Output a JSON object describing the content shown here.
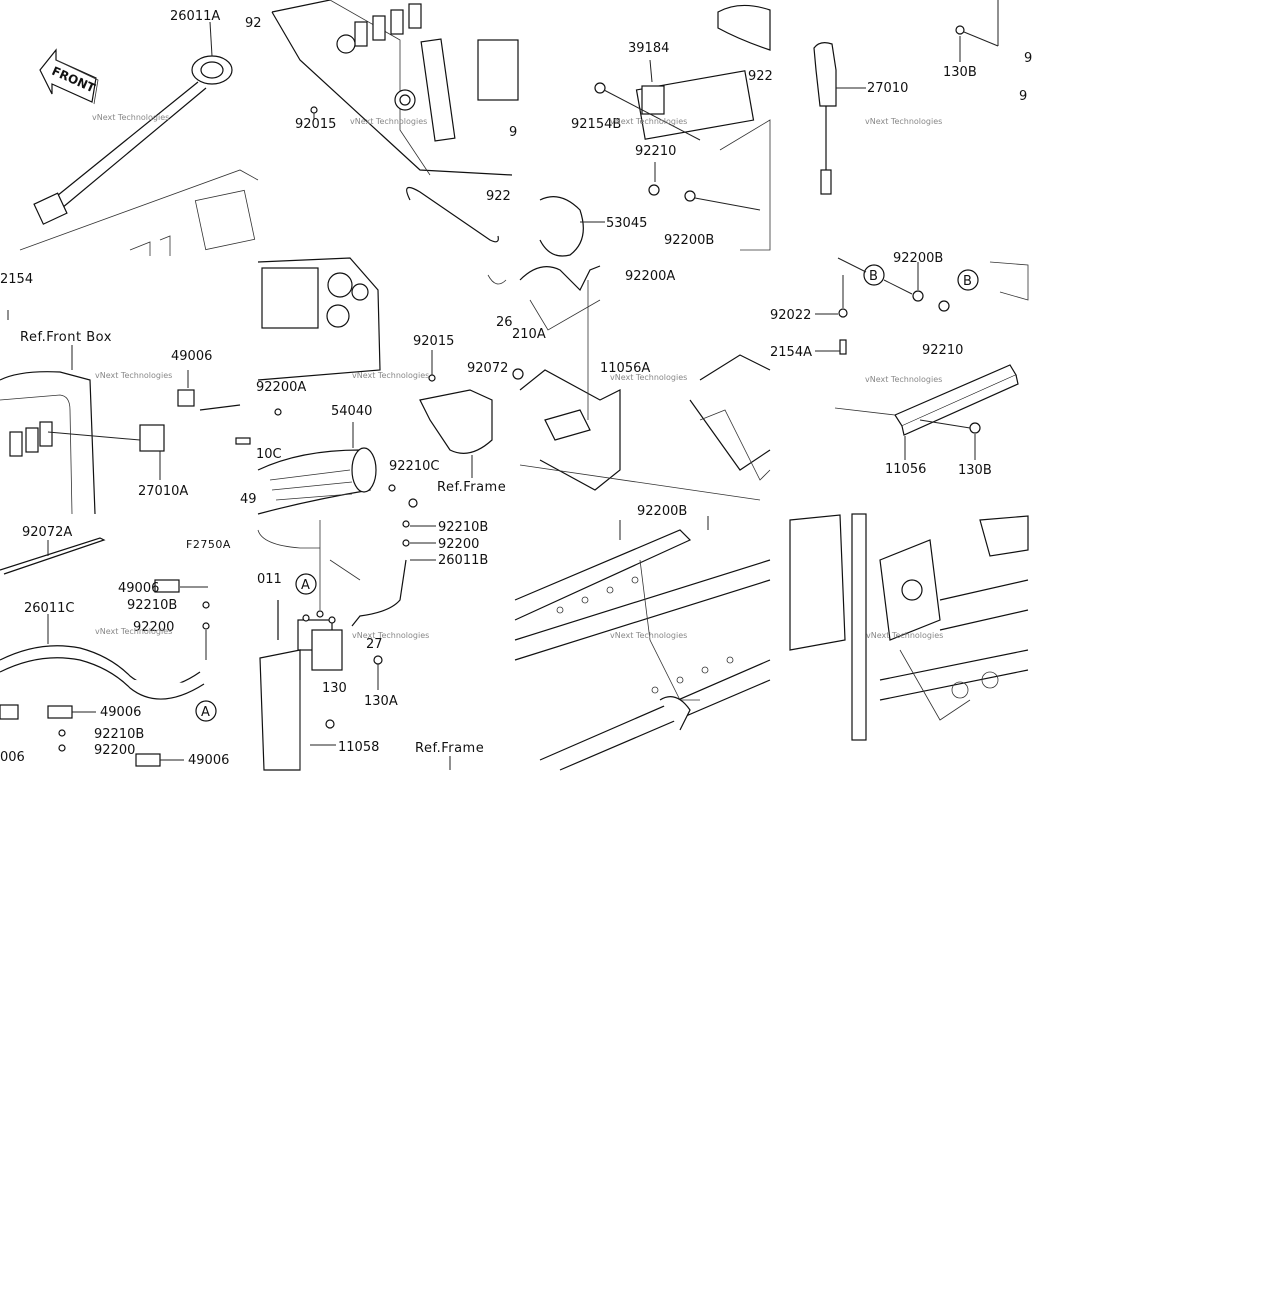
{
  "diagram": {
    "figure_code": "F2750A",
    "front_arrow_text": "FRONT",
    "watermark": "vNext Technologies",
    "callout_letters": [
      "A",
      "B"
    ],
    "tiles": [
      {
        "labels": [
          "26011A",
          "92"
        ]
      },
      {
        "labels": [
          "92015",
          "9",
          "922"
        ]
      },
      {
        "labels": [
          "39184",
          "92154B",
          "92210",
          "92200B",
          "53045",
          "92200A",
          "922"
        ]
      },
      {
        "labels": [
          "27010",
          "130B",
          "9",
          "9"
        ]
      },
      {
        "labels": [
          "2154",
          "Ref.Front Box",
          "49006",
          "27010A"
        ]
      },
      {
        "labels": [
          "92015",
          "92072",
          "92200A",
          "54040",
          "92210C",
          "Ref.Frame",
          "10C",
          "49",
          "26",
          "210A"
        ]
      },
      {
        "labels": [
          "11056A"
        ]
      },
      {
        "labels": [
          "92022",
          "2154A",
          "92210",
          "11056",
          "130B",
          "92200B"
        ]
      },
      {
        "labels": [
          "92072A",
          "F2750A",
          "49006",
          "26011C",
          "92210B",
          "92200",
          "49006",
          "92210B",
          "92200",
          "49006",
          "006"
        ]
      },
      {
        "labels": [
          "92210B",
          "92200",
          "26011B",
          "011",
          "27",
          "130",
          "130A",
          "11058",
          "Ref.Frame"
        ]
      },
      {
        "labels": [
          "92200B"
        ]
      },
      {
        "labels": []
      }
    ]
  }
}
